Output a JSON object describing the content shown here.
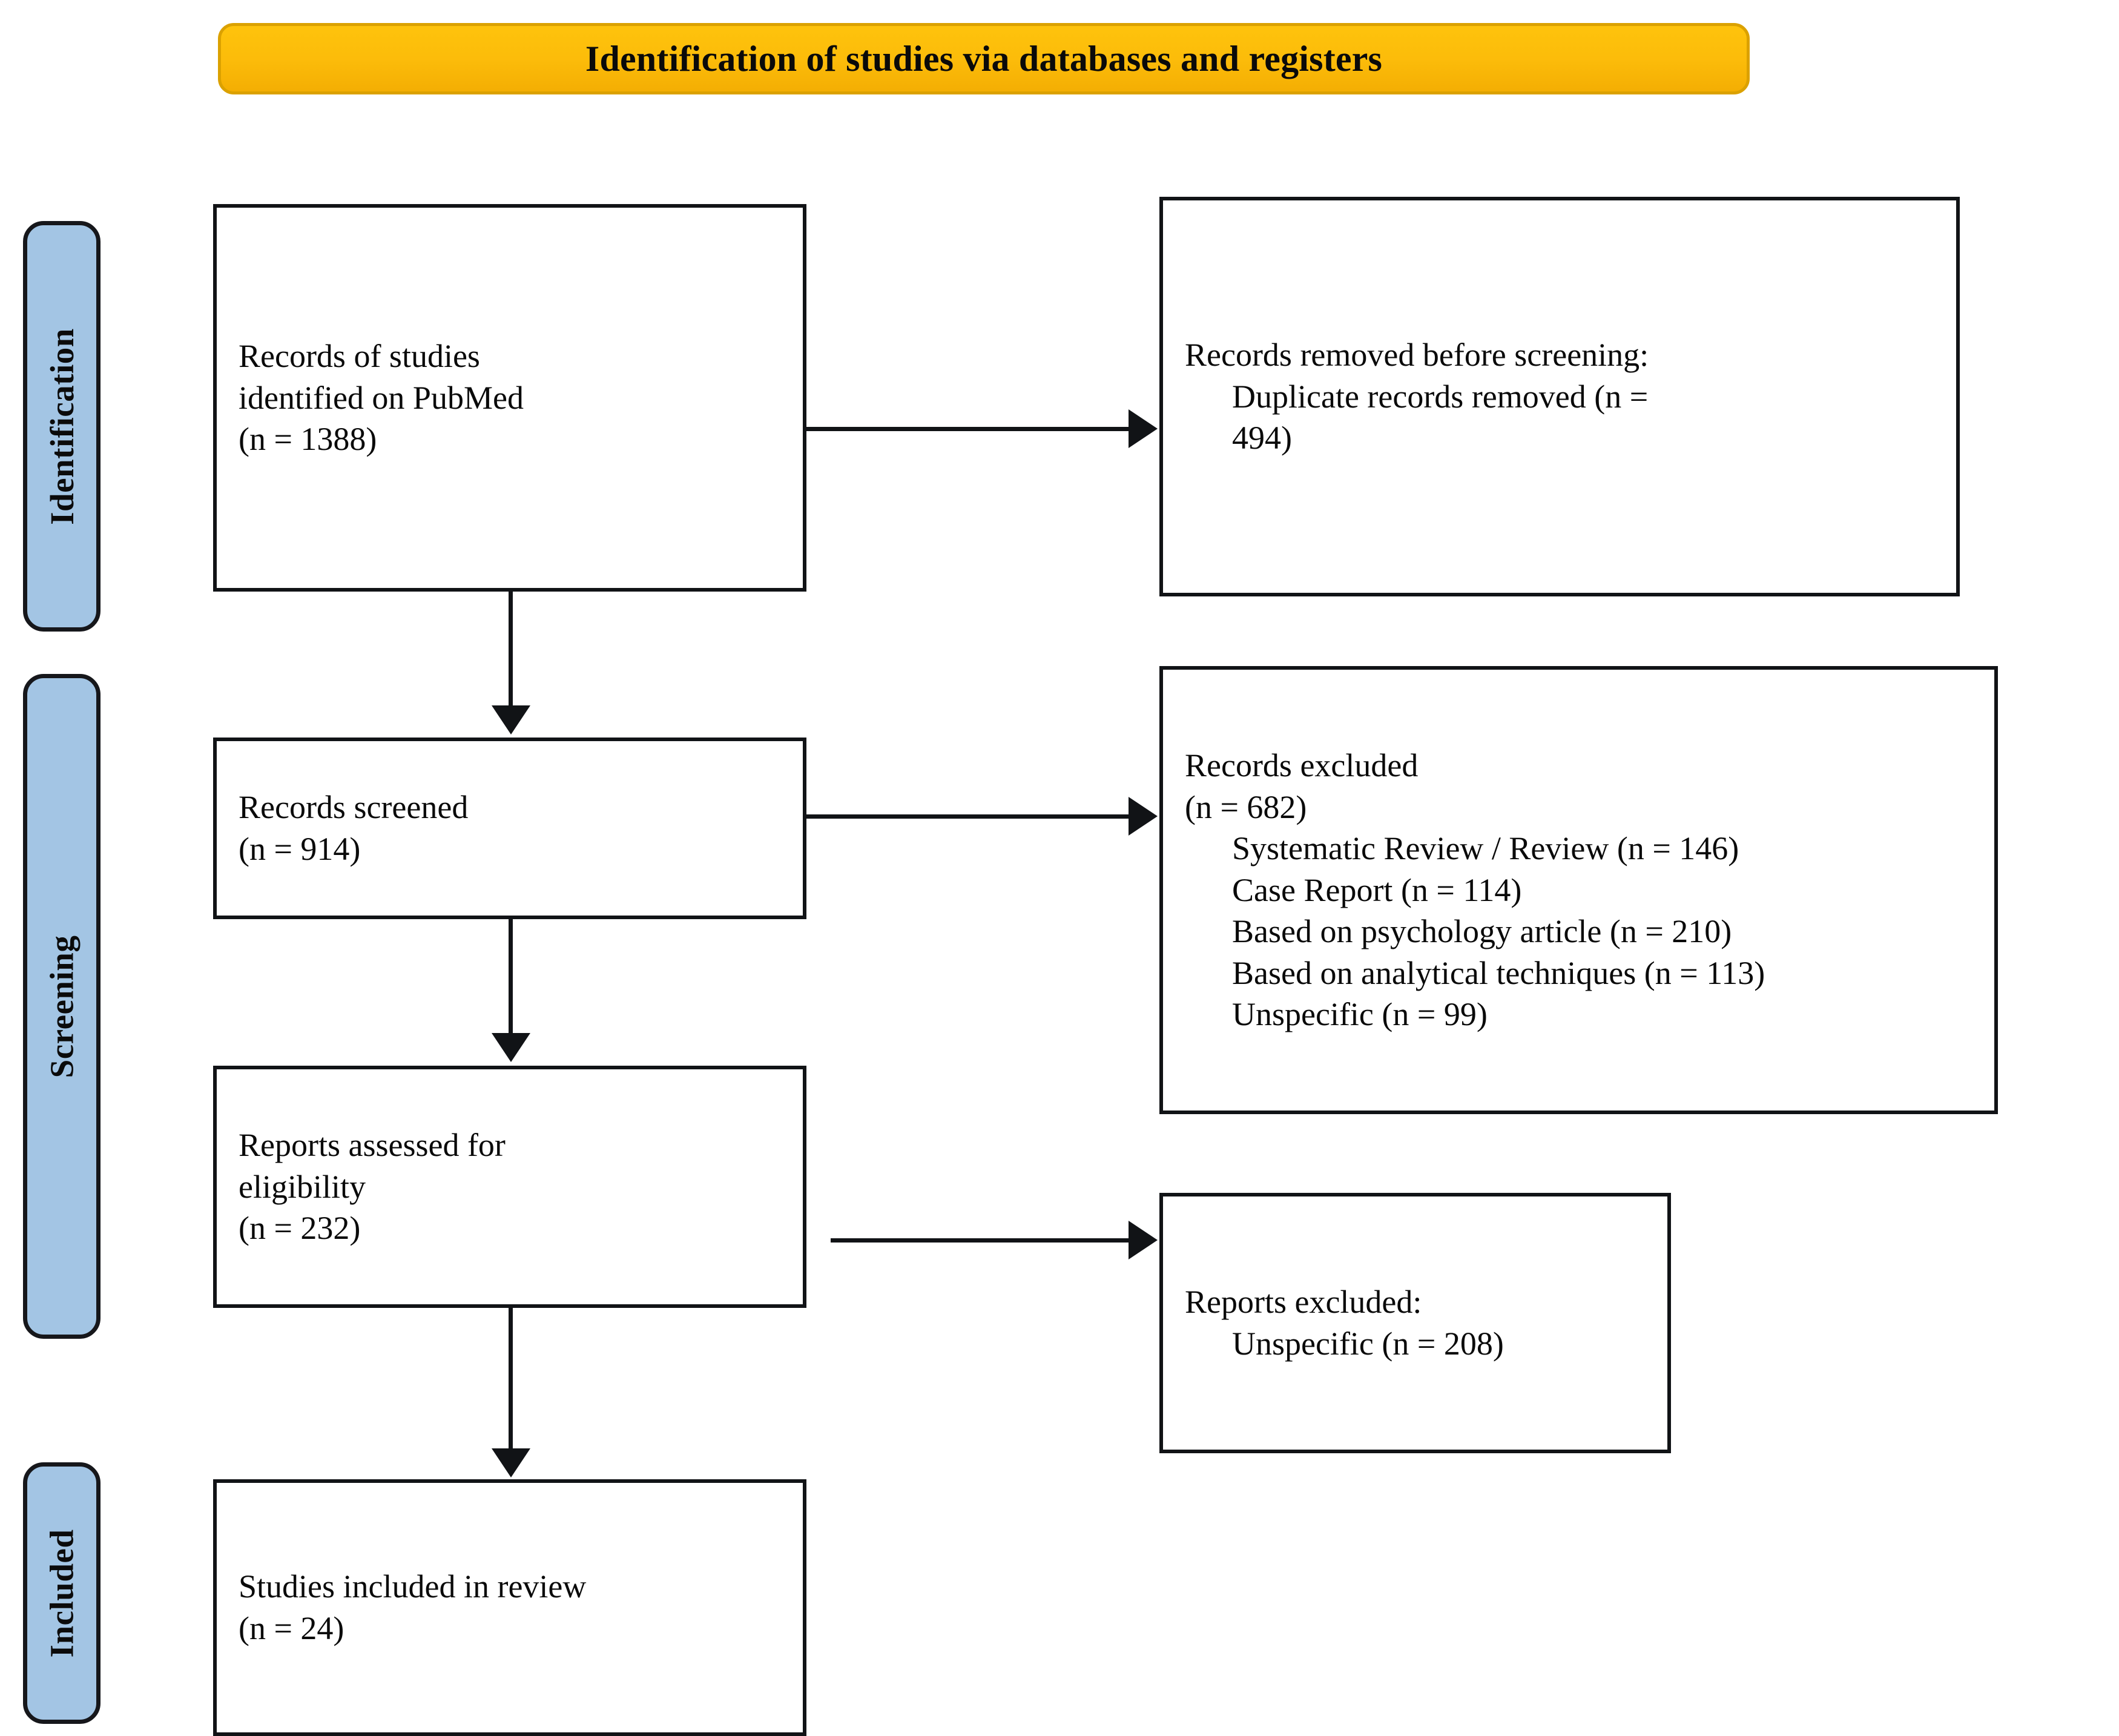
{
  "title": {
    "text": "Identification of studies via databases and registers",
    "background_color": "#FCBC0A",
    "border_color": "#DBA100"
  },
  "phases": [
    {
      "id": "identification",
      "label": "Identification",
      "color": "#A3C5E4"
    },
    {
      "id": "screening",
      "label": "Screening",
      "color": "#A3C5E4"
    },
    {
      "id": "included",
      "label": "Included",
      "color": "#A3C5E4"
    }
  ],
  "boxes": {
    "identified": {
      "lines": [
        "Records of studies",
        "identified on PubMed",
        "(n = 1388)"
      ],
      "label": "Records of studies identified on PubMed",
      "n": 1388
    },
    "removed": {
      "lines": [
        "Records removed before screening:",
        "Duplicate records removed (n =",
        "494)"
      ],
      "heading": "Records removed before screening:",
      "reasons": [
        {
          "label": "Duplicate records removed",
          "n": 494
        }
      ]
    },
    "screened": {
      "lines": [
        "Records screened",
        "(n = 914)"
      ],
      "label": "Records screened",
      "n": 914
    },
    "records_excluded": {
      "lines": [
        "Records excluded",
        "(n = 682)"
      ],
      "label": "Records excluded",
      "n": 682,
      "reasons": [
        {
          "text": "Systematic Review / Review (n = 146)",
          "label": "Systematic Review / Review",
          "n": 146
        },
        {
          "text": "Case Report (n = 114)",
          "label": "Case Report",
          "n": 114
        },
        {
          "text": "Based on psychology article (n = 210)",
          "label": "Based on psychology article",
          "n": 210
        },
        {
          "text": "Based on analytical techniques (n = 113)",
          "label": "Based on analytical techniques",
          "n": 113
        },
        {
          "text": "Unspecific (n = 99)",
          "label": "Unspecific",
          "n": 99
        }
      ]
    },
    "eligibility": {
      "lines": [
        "Reports assessed for",
        "eligibility",
        "(n = 232)"
      ],
      "label": "Reports assessed for eligibility",
      "n": 232
    },
    "reports_excluded": {
      "lines": [
        "Reports excluded:",
        "Unspecific (n = 208)"
      ],
      "heading": "Reports excluded:",
      "reasons": [
        {
          "label": "Unspecific",
          "n": 208
        }
      ]
    },
    "included": {
      "lines": [
        "Studies included in review",
        "(n = 24)"
      ],
      "label": "Studies included in review",
      "n": 24
    }
  },
  "chart_data": {
    "type": "diagram",
    "diagram_type": "PRISMA 2020 flow diagram",
    "title": "Identification of studies via databases and registers",
    "nodes": [
      {
        "id": "identified",
        "phase": "Identification",
        "label": "Records of studies identified on PubMed",
        "n": 1388
      },
      {
        "id": "removed",
        "phase": "Identification",
        "label": "Records removed before screening: Duplicate records removed",
        "n": 494
      },
      {
        "id": "screened",
        "phase": "Screening",
        "label": "Records screened",
        "n": 914
      },
      {
        "id": "records_excluded",
        "phase": "Screening",
        "label": "Records excluded",
        "n": 682
      },
      {
        "id": "eligibility",
        "phase": "Screening",
        "label": "Reports assessed for eligibility",
        "n": 232
      },
      {
        "id": "reports_excluded",
        "phase": "Screening",
        "label": "Reports excluded: Unspecific",
        "n": 208
      },
      {
        "id": "included",
        "phase": "Included",
        "label": "Studies included in review",
        "n": 24
      }
    ],
    "edges": [
      {
        "from": "identified",
        "to": "removed",
        "direction": "right"
      },
      {
        "from": "identified",
        "to": "screened",
        "direction": "down"
      },
      {
        "from": "screened",
        "to": "records_excluded",
        "direction": "right"
      },
      {
        "from": "screened",
        "to": "eligibility",
        "direction": "down"
      },
      {
        "from": "eligibility",
        "to": "reports_excluded",
        "direction": "right"
      },
      {
        "from": "eligibility",
        "to": "included",
        "direction": "down"
      }
    ]
  }
}
